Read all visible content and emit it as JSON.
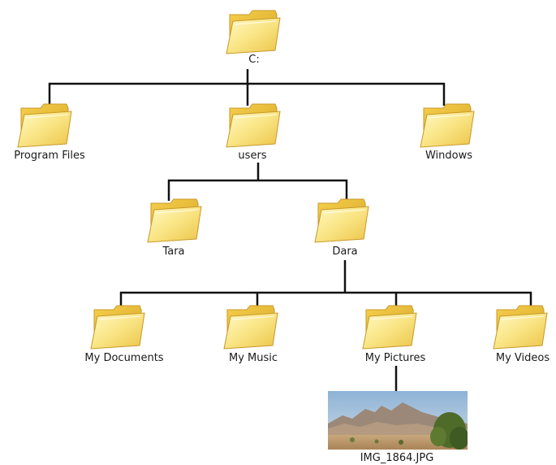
{
  "tree": {
    "root": {
      "label": "C:"
    },
    "level1": [
      {
        "label": "Program Files"
      },
      {
        "label": "users"
      },
      {
        "label": "Windows"
      }
    ],
    "level2": [
      {
        "label": "Tara"
      },
      {
        "label": "Dara"
      }
    ],
    "level3": [
      {
        "label": "My Documents"
      },
      {
        "label": "My Music"
      },
      {
        "label": "My Pictures"
      },
      {
        "label": "My Videos"
      }
    ],
    "file": {
      "label": "IMG_1864.JPG",
      "icon": "photo-thumbnail"
    }
  },
  "colors": {
    "line": "#111111",
    "folder_light": "#fff5a8",
    "folder_mid": "#f7d94c",
    "folder_dark": "#e2b634",
    "folder_edge": "#c9992a"
  }
}
